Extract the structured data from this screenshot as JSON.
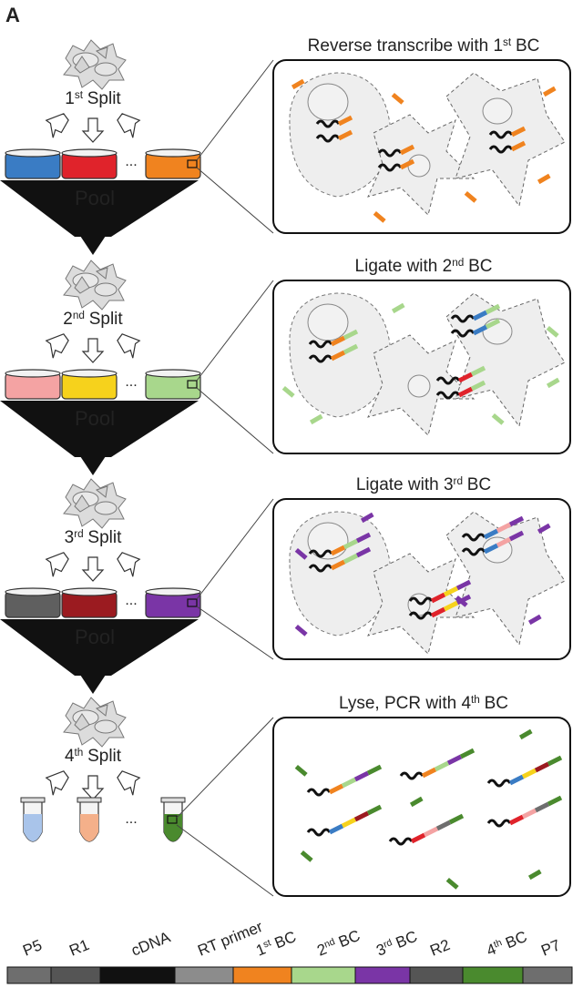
{
  "panel_label": "A",
  "stages": [
    {
      "split_num": "1",
      "split_sup": "st",
      "split_word": "Split",
      "panel_title_main": "Reverse transcribe with 1",
      "panel_title_sup": "st",
      "panel_title_tail": "BC",
      "container_colors": [
        "#3a7cc4",
        "#e0232b",
        "#f0831f"
      ],
      "barcode_color": "#f0831f",
      "ellipsis": "..."
    },
    {
      "split_num": "2",
      "split_sup": "nd",
      "split_word": "Split",
      "panel_title_main": "Ligate with 2",
      "panel_title_sup": "nd",
      "panel_title_tail": "BC",
      "container_colors": [
        "#f4a3a3",
        "#f6d21c",
        "#a8d78c"
      ],
      "barcode_color": "#a8d78c",
      "ellipsis": "..."
    },
    {
      "split_num": "3",
      "split_sup": "rd",
      "split_word": "Split",
      "panel_title_main": "Ligate with 3",
      "panel_title_sup": "rd",
      "panel_title_tail": "BC",
      "container_colors": [
        "#5f5f5f",
        "#9b1b20",
        "#7a35a6"
      ],
      "barcode_color": "#7a35a6",
      "ellipsis": "..."
    },
    {
      "split_num": "4",
      "split_sup": "th",
      "split_word": "Split",
      "panel_title_main": "Lyse, PCR with 4",
      "panel_title_sup": "th",
      "panel_title_tail": "BC",
      "container_colors": [
        "#a9c4ea",
        "#f4b08a",
        "#4a8a2e"
      ],
      "barcode_color": "#4a8a2e",
      "ellipsis": "..."
    }
  ],
  "pool_label": "Pool",
  "legend": [
    {
      "label": "P5",
      "sup": "",
      "tail": "",
      "color": "#6e6e6e"
    },
    {
      "label": "R1",
      "sup": "",
      "tail": "",
      "color": "#555555"
    },
    {
      "label": "cDNA",
      "sup": "",
      "tail": "",
      "color": "#111111"
    },
    {
      "label": "RT primer",
      "sup": "",
      "tail": "",
      "color": "#8c8c8c"
    },
    {
      "label": "1",
      "sup": "st",
      "tail": "BC",
      "color": "#f0831f"
    },
    {
      "label": "2",
      "sup": "nd",
      "tail": "BC",
      "color": "#a8d78c"
    },
    {
      "label": "3",
      "sup": "rd",
      "tail": "BC",
      "color": "#7a35a6"
    },
    {
      "label": "R2",
      "sup": "",
      "tail": "",
      "color": "#555555"
    },
    {
      "label": "4",
      "sup": "th",
      "tail": "BC",
      "color": "#4a8a2e"
    },
    {
      "label": "P7",
      "sup": "",
      "tail": "",
      "color": "#6e6e6e"
    }
  ],
  "colors": {
    "orange": "#f0831f",
    "blue": "#3a7cc4",
    "red": "#e0232b",
    "green": "#a8d78c",
    "purple": "#7a35a6",
    "pink": "#f4a3a3",
    "darkred": "#9b1b20",
    "yellow": "#f6d21c",
    "gray": "#6e6e6e",
    "darkgreen": "#4a8a2e"
  }
}
